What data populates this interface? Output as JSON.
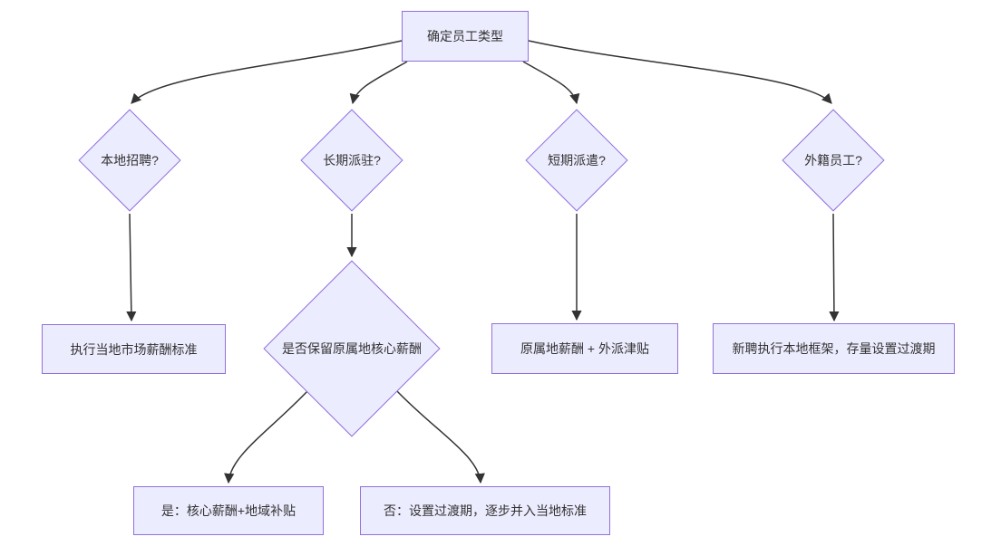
{
  "diagram": {
    "type": "flowchart",
    "direction": "top-down",
    "colors": {
      "node_fill": "#ECECFF",
      "node_border": "#9370DB",
      "edge": "#333333",
      "text": "#333333",
      "background": "#FFFFFF"
    },
    "nodes": {
      "root": {
        "label": "确定员工类型",
        "shape": "rect"
      },
      "d_local": {
        "label": "本地招聘?",
        "shape": "diamond"
      },
      "d_longterm": {
        "label": "长期派驻?",
        "shape": "diamond"
      },
      "d_shortterm": {
        "label": "短期派遣?",
        "shape": "diamond"
      },
      "d_foreign": {
        "label": "外籍员工?",
        "shape": "diamond"
      },
      "r_local": {
        "label": "执行当地市场薪酬标准",
        "shape": "rect"
      },
      "d_retain": {
        "label": "是否保留原属地核心薪酬",
        "shape": "diamond"
      },
      "r_shortterm": {
        "label": "原属地薪酬 + 外派津贴",
        "shape": "rect"
      },
      "r_foreign": {
        "label": "新聘执行本地框架，存量设置过渡期",
        "shape": "rect"
      },
      "r_yes": {
        "label": "是：核心薪酬+地域补贴",
        "shape": "rect"
      },
      "r_no": {
        "label": "否：设置过渡期，逐步并入当地标准",
        "shape": "rect"
      }
    },
    "edges": [
      {
        "from": "root",
        "to": "d_local"
      },
      {
        "from": "root",
        "to": "d_longterm"
      },
      {
        "from": "root",
        "to": "d_shortterm"
      },
      {
        "from": "root",
        "to": "d_foreign"
      },
      {
        "from": "d_local",
        "to": "r_local"
      },
      {
        "from": "d_longterm",
        "to": "d_retain"
      },
      {
        "from": "d_shortterm",
        "to": "r_shortterm"
      },
      {
        "from": "d_foreign",
        "to": "r_foreign"
      },
      {
        "from": "d_retain",
        "to": "r_yes"
      },
      {
        "from": "d_retain",
        "to": "r_no"
      }
    ]
  }
}
